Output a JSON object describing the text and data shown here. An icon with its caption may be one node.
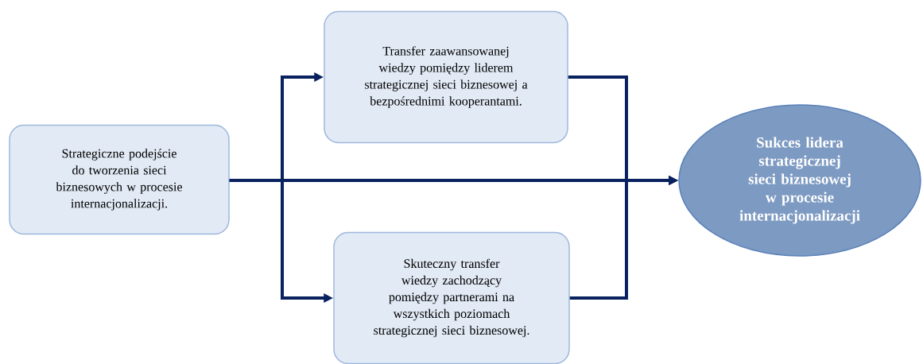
{
  "diagram": {
    "nodes": [
      {
        "text": [
          "Strategiczne podejście do tworzenia sieci biznesowych w procesie internacjonalizacji."
        ]
      },
      {
        "text": [
          "Transfer zaawansowanej wiedzy pomiędzy liderem strategicznej sieci biznesowej a bezpośrednimi kooperantami."
        ]
      },
      {
        "text": [
          "Skuteczny transfer wiedzy zachodzący pomiędzy partnerami na wszystkich poziomach strategicznej sieci biznesowej."
        ]
      },
      {
        "text": [
          "Sukces lidera strategicznej sieci biznesowej w procesie internacjonalizacji"
        ]
      }
    ],
    "edges": [
      {
        "from": 0,
        "to": 1,
        "arrow": "to"
      },
      {
        "from": 0,
        "to": 3,
        "arrow": "to"
      },
      {
        "from": 0,
        "to": 2,
        "arrow": "to"
      },
      {
        "from": 1,
        "to": 3,
        "arrow": "to"
      },
      {
        "from": 2,
        "to": 3,
        "arrow": "to"
      }
    ]
  }
}
